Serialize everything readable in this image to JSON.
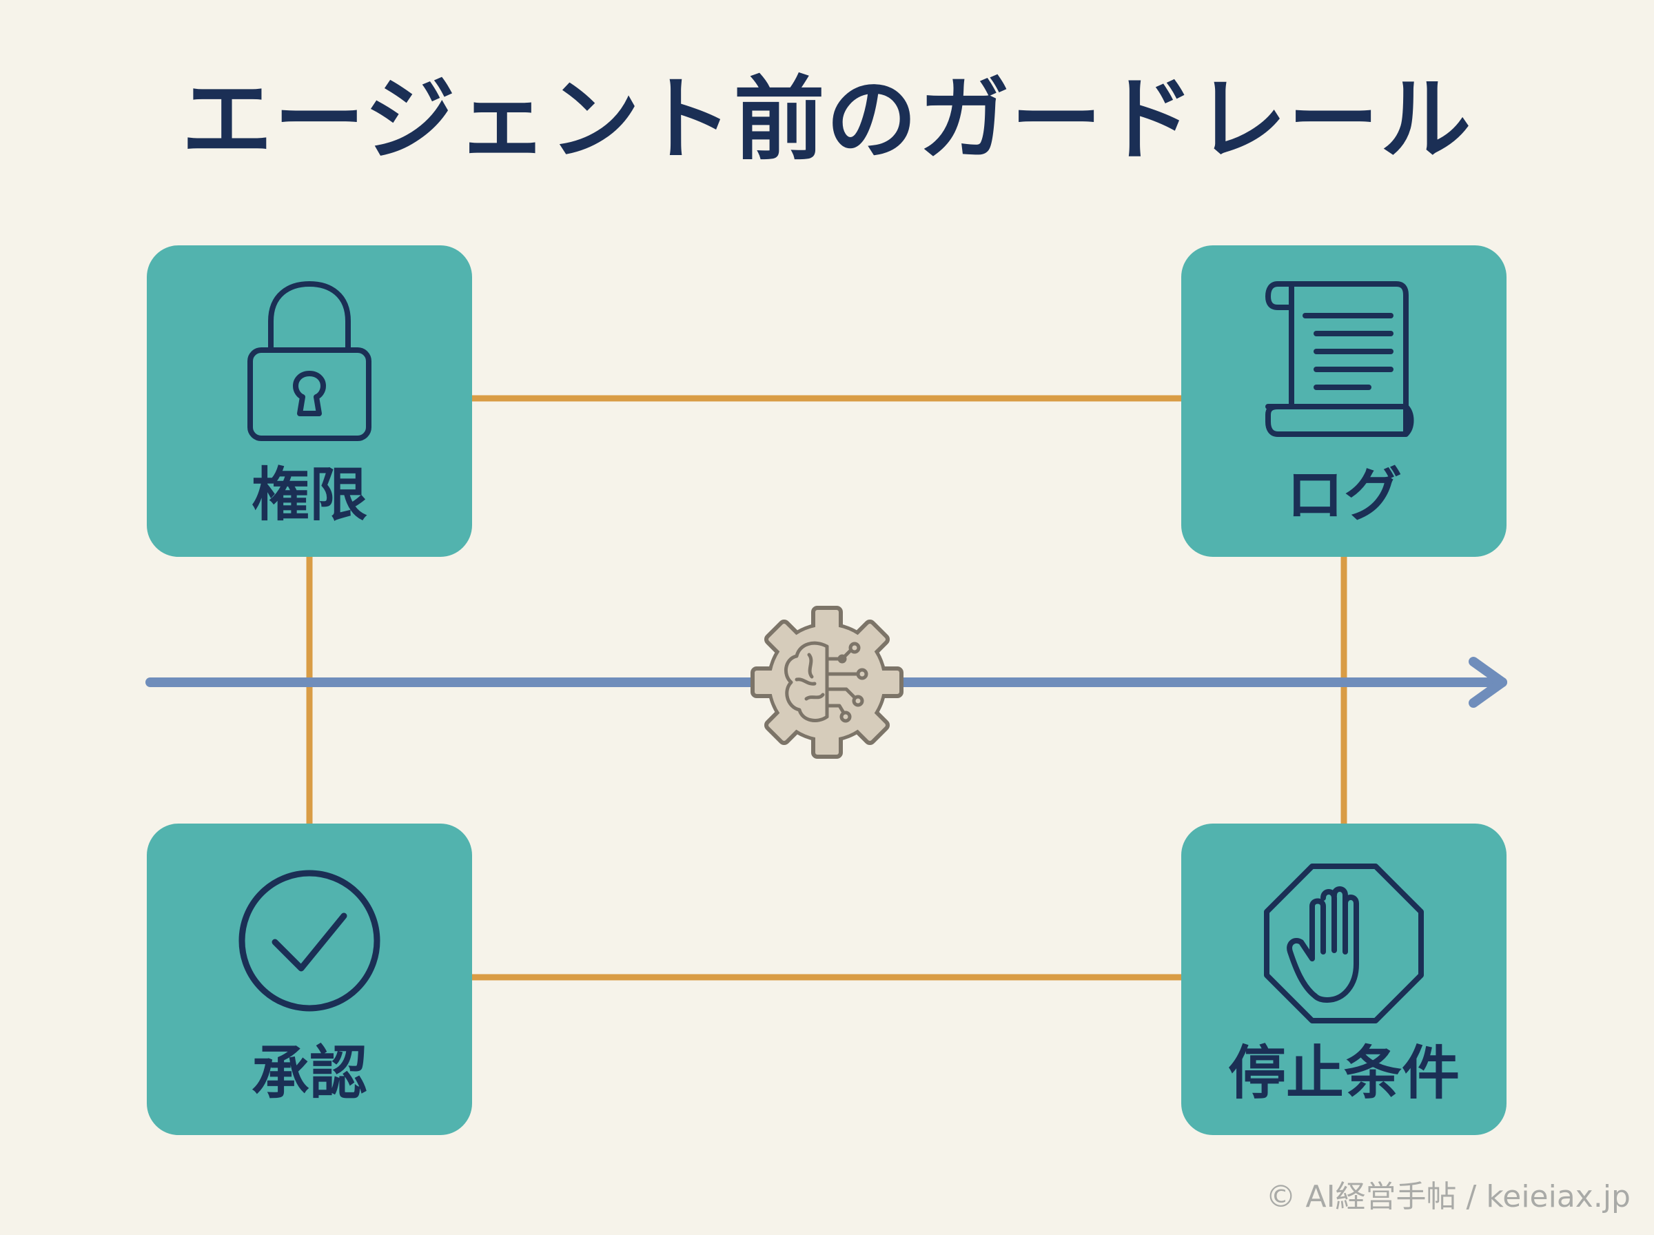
{
  "title": "エージェント前のガードレール",
  "nodes": {
    "permission": {
      "label": "権限",
      "icon": "lock-icon"
    },
    "log": {
      "label": "ログ",
      "icon": "scroll-icon"
    },
    "approval": {
      "label": "承認",
      "icon": "check-circle-icon"
    },
    "stop_condition": {
      "label": "停止条件",
      "icon": "stop-hand-icon"
    }
  },
  "center": {
    "icon": "brain-gear-icon"
  },
  "credit": "© AI経営手帖 / keieiax.jp",
  "colors": {
    "background": "#f6f3ea",
    "box": "#52b3ae",
    "text": "#1b2f55",
    "connector": "#d99c45",
    "flow_arrow": "#6f8dbb",
    "gear": "#d6ccbb",
    "credit": "#a9aaa7"
  }
}
